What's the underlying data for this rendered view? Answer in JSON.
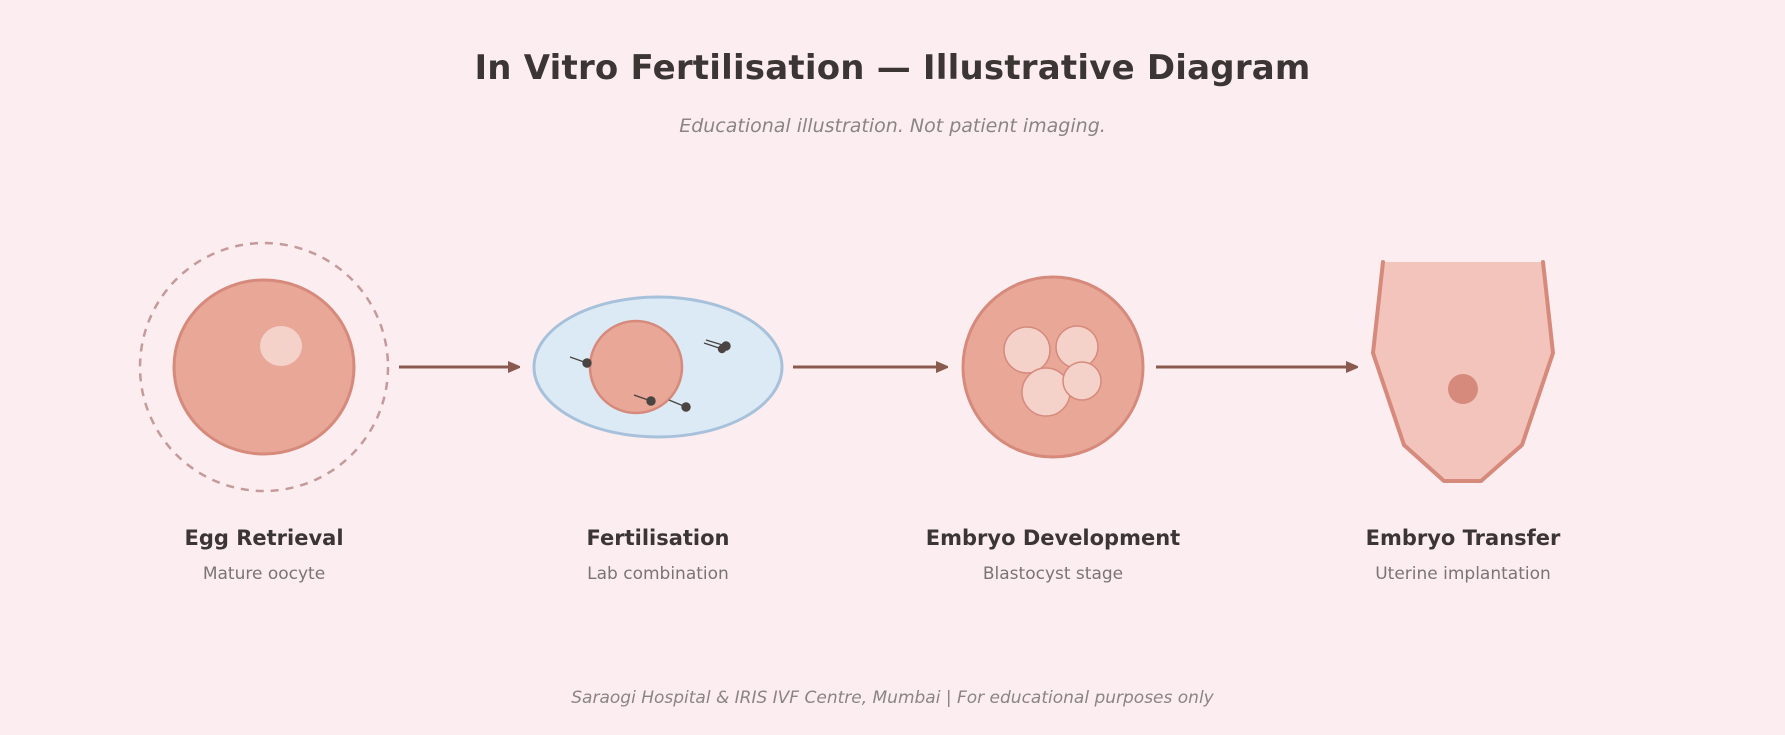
{
  "header": {
    "title": "In Vitro Fertilisation — Illustrative Diagram",
    "subtitle": "Educational illustration. Not patient imaging."
  },
  "steps": [
    {
      "label": "Egg Retrieval",
      "sublabel": "Mature oocyte"
    },
    {
      "label": "Fertilisation",
      "sublabel": "Lab combination"
    },
    {
      "label": "Embryo Development",
      "sublabel": "Blastocyst stage"
    },
    {
      "label": "Embryo Transfer",
      "sublabel": "Uterine implantation"
    }
  ],
  "footer": {
    "text": "Saraogi Hospital & IRIS IVF Centre, Mumbai | For educational purposes only"
  },
  "colors": {
    "background": "#fcedf0",
    "cell_fill": "#e8a797",
    "cell_stroke": "#d68a7c",
    "cell_highlight": "#f4d2ca",
    "dish_fill": "#dceaf5",
    "dish_stroke": "#a8c1db",
    "arrow": "#8a5a4e",
    "sperm": "#4a4442",
    "uterus_fill": "#f2c4bc",
    "uterus_stroke": "#d68a7c"
  },
  "icons": {
    "egg": "oocyte-icon",
    "dish": "petri-dish-icon",
    "embryo": "embryo-icon",
    "uterus": "uterus-icon",
    "arrow": "arrow-right-icon"
  }
}
